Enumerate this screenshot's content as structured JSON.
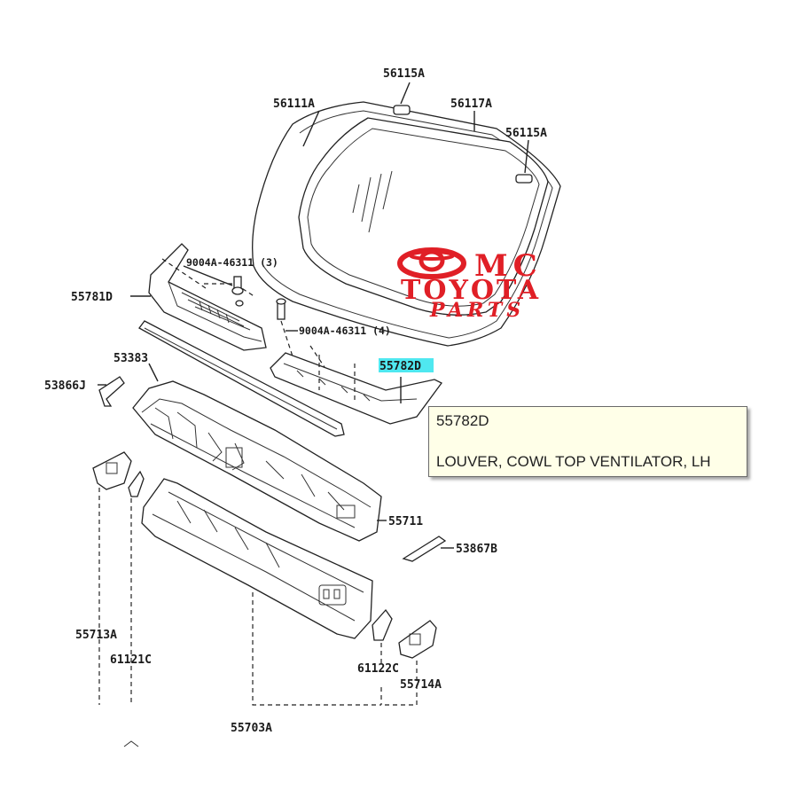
{
  "logo": {
    "brand_prefix": "MC",
    "brand_name": "TOYOTA",
    "brand_sub": "PARTS",
    "color": "#e01f26"
  },
  "labels": {
    "glass_moulding_stopper_top": "56115A",
    "windshield_glass": "56111A",
    "windshield_moulding": "56117A",
    "glass_stopper_right": "56115A",
    "clip_set_left": "9004A-46311 (3)",
    "louver_rh": "55781D",
    "clip_set_right": "9004A-46311 (4)",
    "seal": "53383",
    "louver_lh": "55782D",
    "side_seal_left": "53866J",
    "cowl_panel": "55711",
    "side_seal_right": "53867B",
    "bracket_left": "55713A",
    "brace_left": "61121C",
    "brace_right": "61122C",
    "bracket_right": "55714A",
    "dash_panel": "55703A"
  },
  "highlight_color": "#4fe8f0",
  "tooltip": {
    "part_number": "55782D",
    "description": "LOUVER, COWL TOP VENTILATOR, LH"
  }
}
